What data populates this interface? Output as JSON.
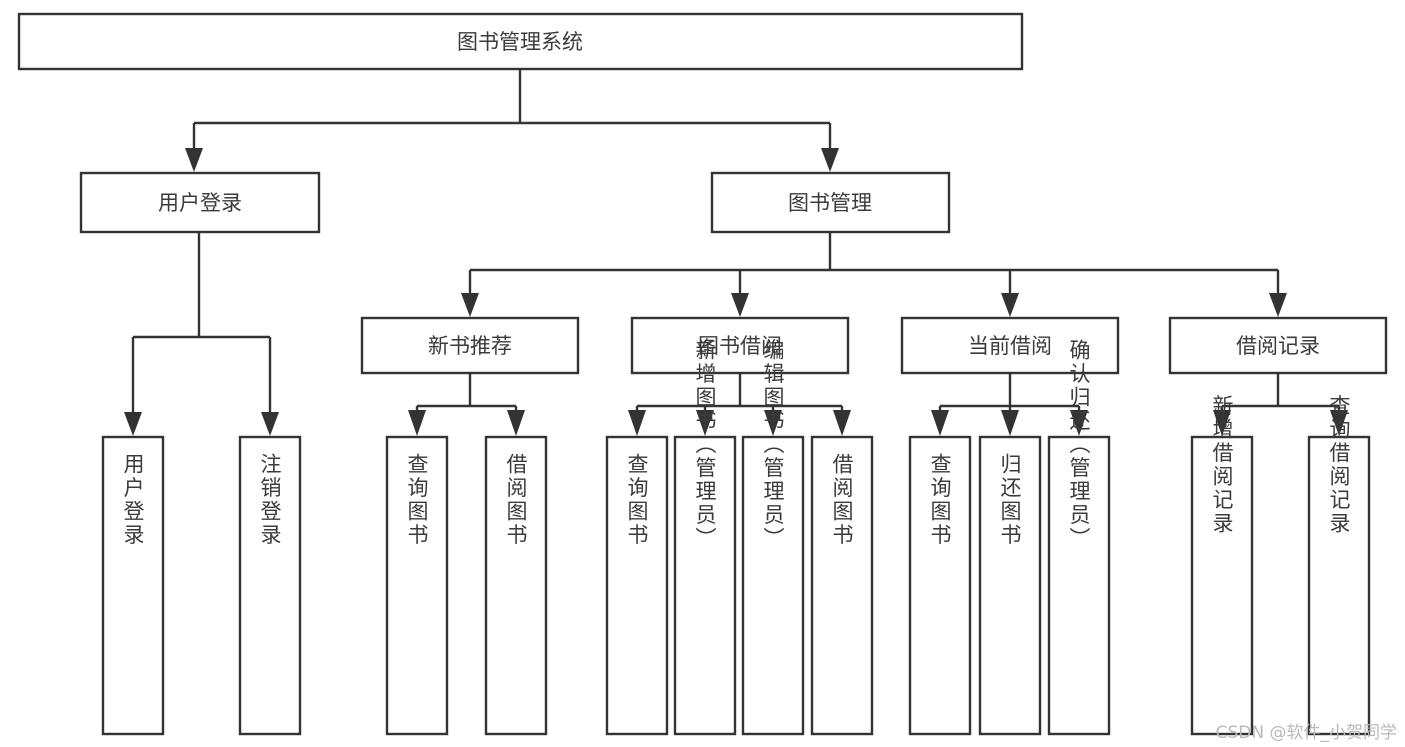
{
  "diagram": {
    "type": "tree-hierarchy",
    "title": "图书管理系统",
    "orientation": "top-down",
    "levels": 4,
    "root": {
      "id": "root",
      "label": "图书管理系统",
      "text_direction": "horizontal"
    },
    "level2": [
      {
        "id": "user-login",
        "label": "用户登录",
        "text_direction": "horizontal"
      },
      {
        "id": "book-manage",
        "label": "图书管理",
        "text_direction": "horizontal"
      }
    ],
    "level3": [
      {
        "id": "new-book-rec",
        "label": "新书推荐",
        "parent": "book-manage",
        "text_direction": "horizontal"
      },
      {
        "id": "book-borrow",
        "label": "图书借阅",
        "parent": "book-manage",
        "text_direction": "horizontal"
      },
      {
        "id": "current-borrow",
        "label": "当前借阅",
        "parent": "book-manage",
        "text_direction": "horizontal"
      },
      {
        "id": "borrow-record",
        "label": "借阅记录",
        "parent": "book-manage",
        "text_direction": "horizontal"
      }
    ],
    "leaves": [
      {
        "id": "leaf-user-login",
        "label": "用户登录",
        "parent": "user-login",
        "text_direction": "vertical"
      },
      {
        "id": "leaf-logout",
        "label": "注销登录",
        "parent": "user-login",
        "text_direction": "vertical"
      },
      {
        "id": "leaf-query-book-1",
        "label": "查询图书",
        "parent": "new-book-rec",
        "text_direction": "vertical"
      },
      {
        "id": "leaf-borrow-book-1",
        "label": "借阅图书",
        "parent": "new-book-rec",
        "text_direction": "vertical"
      },
      {
        "id": "leaf-query-book-2",
        "label": "查询图书",
        "parent": "book-borrow",
        "text_direction": "vertical"
      },
      {
        "id": "leaf-add-book",
        "label": "新增图书（管理员）",
        "parent": "book-borrow",
        "text_direction": "vertical"
      },
      {
        "id": "leaf-edit-book",
        "label": "编辑图书（管理员）",
        "parent": "book-borrow",
        "text_direction": "vertical"
      },
      {
        "id": "leaf-borrow-book-2",
        "label": "借阅图书",
        "parent": "book-borrow",
        "text_direction": "vertical"
      },
      {
        "id": "leaf-query-book-3",
        "label": "查询图书",
        "parent": "current-borrow",
        "text_direction": "vertical"
      },
      {
        "id": "leaf-return-book",
        "label": "归还图书",
        "parent": "current-borrow",
        "text_direction": "vertical"
      },
      {
        "id": "leaf-confirm-return",
        "label": "确认归还（管理员）",
        "parent": "current-borrow",
        "text_direction": "vertical"
      },
      {
        "id": "leaf-add-record",
        "label": "新增借阅记录",
        "parent": "borrow-record",
        "text_direction": "vertical"
      },
      {
        "id": "leaf-query-record",
        "label": "查询借阅记录",
        "parent": "borrow-record",
        "text_direction": "vertical"
      }
    ],
    "colors": {
      "background": "#ffffff",
      "box_fill": "#ffffff",
      "box_stroke": "#333333",
      "connector": "#333333",
      "text": "#3b3b3b",
      "watermark": "#b9b9b9"
    }
  },
  "watermark": {
    "text": "CSDN @软件_小贺同学"
  }
}
